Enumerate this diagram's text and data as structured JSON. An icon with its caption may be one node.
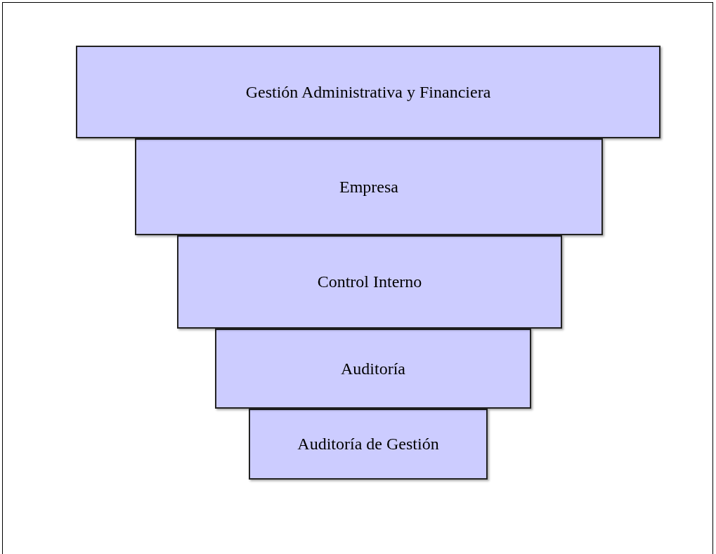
{
  "diagram": {
    "nodes": [
      {
        "text": [
          "Gestión Administrativa y Financiera"
        ]
      },
      {
        "text": [
          "Empresa"
        ]
      },
      {
        "text": [
          "Control Interno"
        ]
      },
      {
        "text": [
          "Auditoría"
        ]
      },
      {
        "text": [
          "Auditoría de Gestión"
        ]
      }
    ]
  }
}
